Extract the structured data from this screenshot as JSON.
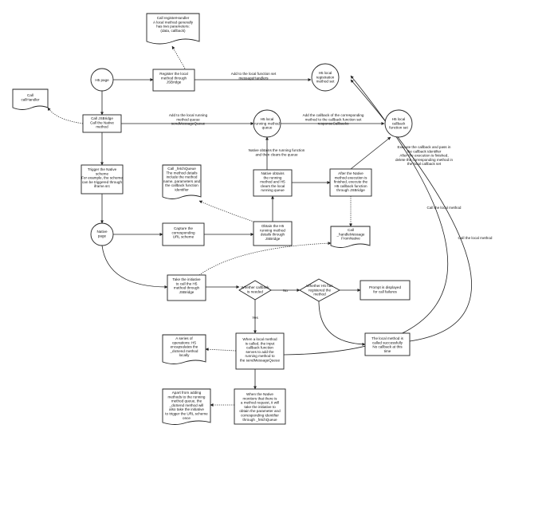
{
  "nodes": {
    "n_call_register": "Call registerHandler|A local method generally|has two parameters:|(data, callback)",
    "n_h5page": "H5 page",
    "n_register_method": "Register the local|method through|JSBridge",
    "n_h5_reg_set": "H5 local|registration|method set",
    "n_call_handler": "Call|callHandler",
    "n_call_jsbridge": "Call JSBridge|Call the Native|method",
    "n_h5_run_queue": "H5 local|running method|queue",
    "n_h5_callback_set": "H5 local|callback|function set",
    "n_trigger": "Trigger the Native|scheme|For example, the scheme|can be triggered through|iframe.src",
    "n_fetch_note": "Call _fetchQueue|The method details|include the method|name, parameters and|the callback function|identifier",
    "n_native_obtains": "Native obtains|the running|method and H5|clears the local|running queue",
    "n_after_native": "After the Native|method execution is|finished, execute the|H5 callback function|through JSBridge",
    "n_native_page": "Native|page",
    "n_capture": "Capture the|corresponding|URL scheme",
    "n_obtain_h5": "Obtain the H5|running method|details through|JSBridge",
    "n_handle_msg": "Call|_handleMessage|FromNative",
    "n_take_init": "Take the initiative|to call the H5|method through|JSBridge",
    "n_whether_cb": "Whether callback|is needed",
    "n_whether_reg": "Whether H5 has|registered the|method",
    "n_prompt": "Prompt is displayed|for call failures",
    "n_local_called": "The local method is|called successfully|No callback at this|time",
    "n_series_ops": "A series of|operations: H5|encapsulates the|_doSend method|locally",
    "n_when_local": "When a local method|is called, the input|callback function|serves to add the|running method to|the sendMessageQueue",
    "n_apart": "Apart from adding|methods to the running|method queue, the|_doSend method will|also take the initiative|to trigger the URL scheme|once",
    "n_when_native": "When the Native|monitors that there is|a method request, it will|take the initiative to|obtain the parameter and|corresponding identifier|through _fetchQueue"
  },
  "edges": {
    "e_add_set": "Add to the local function set|messageHandlers",
    "e_add_queue": "Add to the local running|method queue|sendMessageQueue",
    "e_add_cb": "Add the callback of the corresponding|method to the callback function set|responseCallbacks",
    "e_native_clears": "Native obtains the running function|and then clears the queue",
    "e_exec_cb": "Execute the callback and pass in|the callback identifier|After the execution is finished,|delete the corresponding method in|the local callback set",
    "e_call_local_1": "Call the local method",
    "e_call_local_2": "Call the local method",
    "e_no": "No",
    "e_yes": "Yes"
  }
}
